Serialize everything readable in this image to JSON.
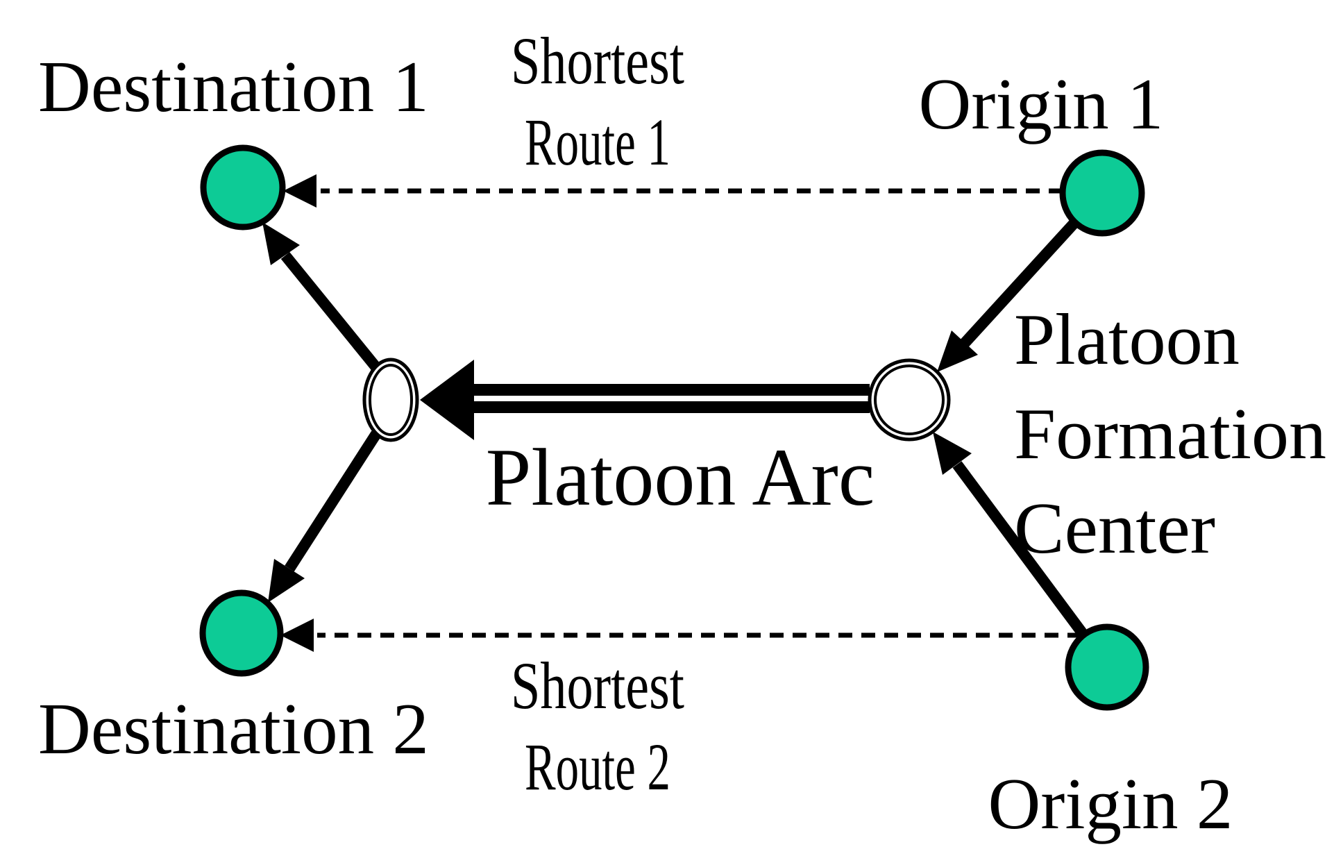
{
  "colors": {
    "background": "#ffffff",
    "node_green": "#0dcb96",
    "node_white": "#ffffff",
    "line_black": "#000000"
  },
  "nodes": {
    "destination_1": {
      "label": "Destination 1"
    },
    "origin_1": {
      "label": "Origin 1"
    },
    "destination_2": {
      "label": "Destination 2"
    },
    "origin_2": {
      "label": "Origin 2"
    },
    "platoon_formation_center": {
      "line1": "Platoon",
      "line2": "Formation",
      "line3": "Center"
    }
  },
  "edges": {
    "shortest_route_1": {
      "line1": "Shortest",
      "line2": "Route 1"
    },
    "shortest_route_2": {
      "line1": "Shortest",
      "line2": "Route 2"
    },
    "platoon_arc": {
      "label": "Platoon Arc"
    }
  }
}
